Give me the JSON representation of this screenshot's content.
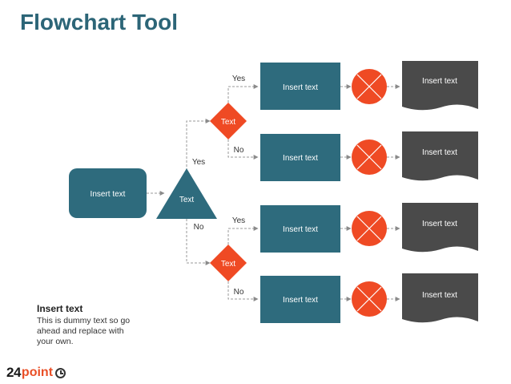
{
  "title": "Flowchart Tool",
  "start_box": "Insert text",
  "triangle_label": "Text",
  "upper_decision": {
    "label": "Text",
    "yes": "Yes",
    "no": "No"
  },
  "lower_decision": {
    "label": "Text",
    "yes": "Yes",
    "no": "No"
  },
  "triangle_yes": "Yes",
  "triangle_no": "No",
  "rows": [
    {
      "box": "Insert text",
      "doc": "Insert text"
    },
    {
      "box": "Insert text",
      "doc": "Insert text"
    },
    {
      "box": "Insert text",
      "doc": "Insert text"
    },
    {
      "box": "Insert text",
      "doc": "Insert text"
    }
  ],
  "note": {
    "heading": "Insert text",
    "body_lines": [
      "This is dummy text so go",
      "ahead and replace with",
      "your own."
    ]
  },
  "logo": {
    "number": "24",
    "word": "point"
  },
  "colors": {
    "teal": "#2e6b7d",
    "orange": "#ef4a24",
    "dark_gray": "#4a4a4a",
    "title": "#2c6577",
    "connector": "#9a9a9a"
  }
}
